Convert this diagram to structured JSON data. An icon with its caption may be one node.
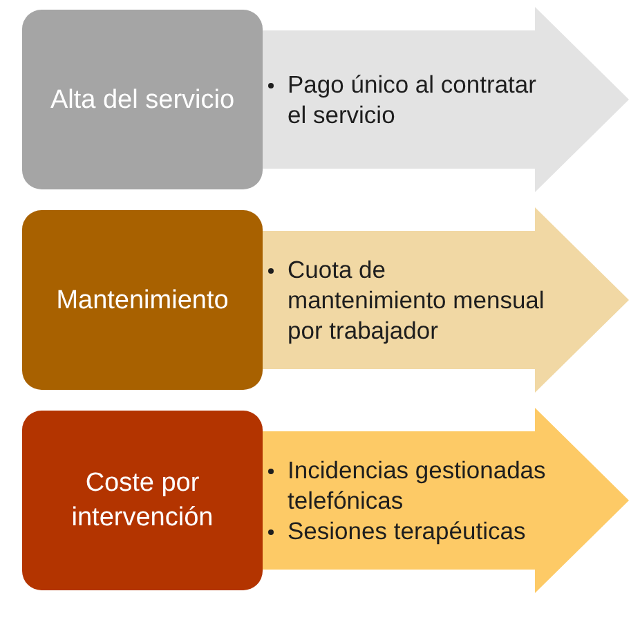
{
  "diagram": {
    "nodes": [
      {
        "text": [
          "Alta del servicio"
        ]
      },
      {
        "text": [
          "Pago único al contratar el servicio"
        ]
      },
      {
        "text": [
          "Mantenimiento"
        ]
      },
      {
        "text": [
          "Cuota de mantenimiento mensual por trabajador"
        ]
      },
      {
        "text": [
          "Coste por intervención"
        ]
      },
      {
        "text": [
          "Incidencias gestionadas telefónicas",
          "Sesiones terapéuticas"
        ]
      }
    ]
  }
}
